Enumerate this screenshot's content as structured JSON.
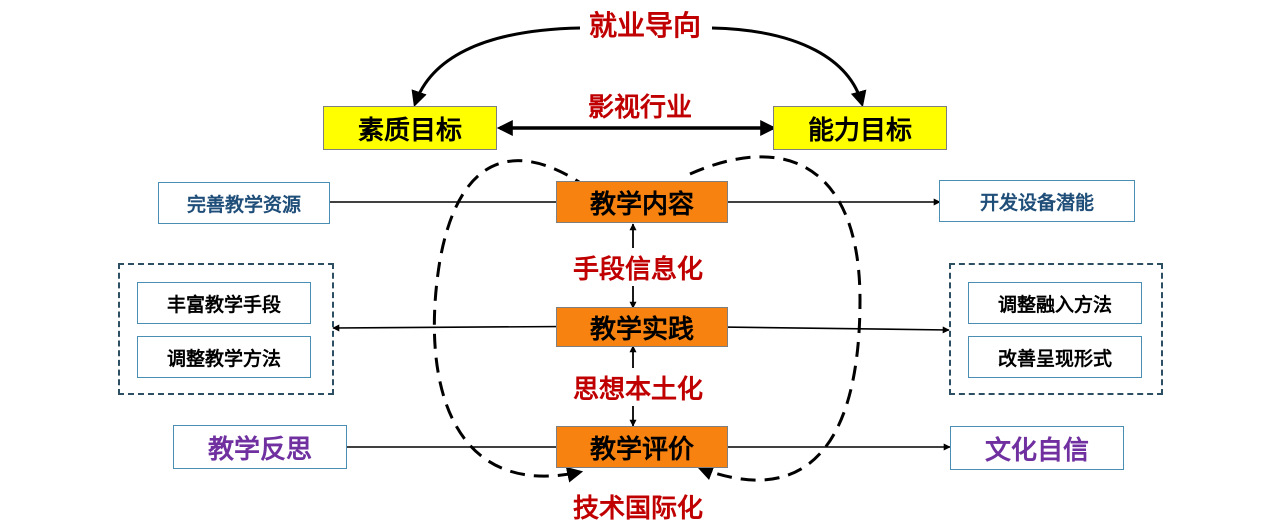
{
  "labels": {
    "employment": "就业导向",
    "film_industry": "影视行业",
    "means": "手段信息化",
    "thought": "思想本土化",
    "technology": "技术国际化"
  },
  "goals": {
    "quality": "素质目标",
    "ability": "能力目标"
  },
  "core": {
    "content": "教学内容",
    "practice": "教学实践",
    "evaluation": "教学评价"
  },
  "left": {
    "resources": "完善教学资源",
    "group": [
      "丰富教学手段",
      "调整教学方法"
    ],
    "reflection": "教学反思"
  },
  "right": {
    "equipment": "开发设备潜能",
    "group": [
      "调整融入方法",
      "改善呈现形式"
    ],
    "confidence": "文化自信"
  },
  "colors": {
    "goal_fill": "#ffff00",
    "core_fill": "#f7820f",
    "label_red": "#c00000",
    "side_blue_text": "#1f4e79",
    "purple_text": "#7030a0"
  }
}
